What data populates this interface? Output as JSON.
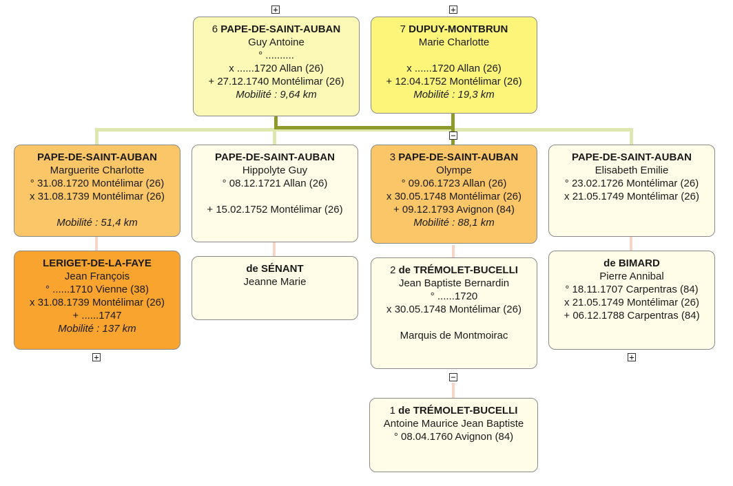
{
  "people": {
    "p6": {
      "num": "6",
      "surname": "PAPE-DE-SAINT-AUBAN",
      "given": "Guy Antoine",
      "birth": "° ..........",
      "marriage": "x ......1720 Allan (26)",
      "death": "+ 27.12.1740 Montélimar (26)",
      "mobility": "Mobilité :  9,64 km"
    },
    "p7": {
      "num": "7",
      "surname": "DUPUY-MONTBRUN",
      "given": "Marie Charlotte",
      "marriage": "x ......1720 Allan (26)",
      "death": "+ 12.04.1752 Montélimar (26)",
      "mobility": "Mobilité :  19,3 km"
    },
    "marguerite": {
      "surname": "PAPE-DE-SAINT-AUBAN",
      "given": "Marguerite Charlotte",
      "birth": "° 31.08.1720 Montélimar (26)",
      "marriage": "x 31.08.1739 Montélimar (26)",
      "mobility": "Mobilité :  51,4 km"
    },
    "hippolyte": {
      "surname": "PAPE-DE-SAINT-AUBAN",
      "given": "Hippolyte Guy",
      "birth": "° 08.12.1721 Allan (26)",
      "death": "+ 15.02.1752 Montélimar (26)"
    },
    "p3": {
      "num": "3",
      "surname": "PAPE-DE-SAINT-AUBAN",
      "given": "Olympe",
      "birth": "° 09.06.1723 Allan (26)",
      "marriage": "x 30.05.1748 Montélimar (26)",
      "death": "+ 09.12.1793 Avignon (84)",
      "mobility": "Mobilité :  88,1 km"
    },
    "elisabeth": {
      "surname": "PAPE-DE-SAINT-AUBAN",
      "given": "Elisabeth Emilie",
      "birth": "° 23.02.1726 Montélimar (26)",
      "marriage": "x 21.05.1749 Montélimar (26)"
    },
    "leriget": {
      "surname": "LERIGET-DE-LA-FAYE",
      "given": "Jean François",
      "birth": "° ......1710 Vienne (38)",
      "marriage": "x 31.08.1739 Montélimar (26)",
      "death": "+ ......1747",
      "mobility": "Mobilité :  137 km"
    },
    "senant": {
      "surname": "de SÉNANT",
      "given": "Jeanne Marie"
    },
    "p2": {
      "num": "2",
      "surname": "de TRÉMOLET-BUCELLI",
      "given": "Jean Baptiste Bernardin",
      "birth": "° ......1720",
      "marriage": "x 30.05.1748 Montélimar (26)",
      "title": "Marquis de Montmoirac"
    },
    "bimard": {
      "surname": "de BIMARD",
      "given": "Pierre Annibal",
      "birth": "° 18.11.1707 Carpentras (84)",
      "marriage": "x 21.05.1749 Montélimar (26)",
      "death": "+ 06.12.1788 Carpentras (84)"
    },
    "p1": {
      "num": "1",
      "surname": "de TRÉMOLET-BUCELLI",
      "given": "Antoine Maurice Jean Baptiste",
      "birth": "° 08.04.1760 Avignon (84)"
    }
  },
  "controls": {
    "expand": "+",
    "collapse": "−"
  },
  "colors": {
    "father_line": "#8f9a2a",
    "sibling_line": "#dfe7b0",
    "spouse_line": "#f5d5c5"
  }
}
